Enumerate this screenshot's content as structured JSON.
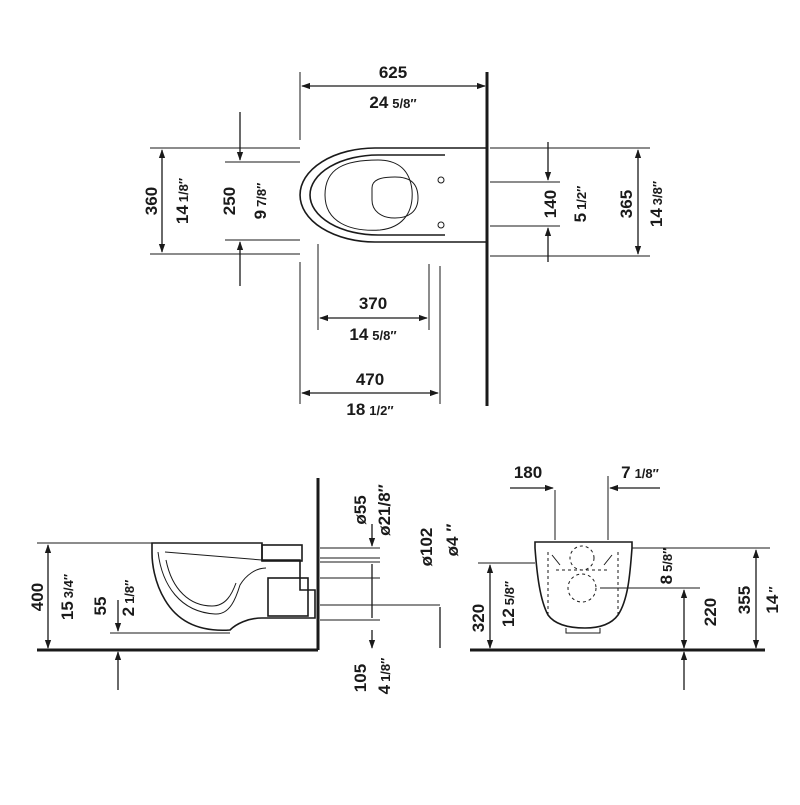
{
  "top_view": {
    "width_overall": {
      "mm": "625",
      "inch_whole": "24",
      "inch_frac": "5/8″"
    },
    "width_bowl": {
      "mm": "470",
      "inch_whole": "18",
      "inch_frac": "1/2″"
    },
    "width_rim": {
      "mm": "370",
      "inch_whole": "14",
      "inch_frac": "5/8″"
    },
    "depth_outer": {
      "mm": "360",
      "inch_whole": "14",
      "inch_frac": "1/8″"
    },
    "depth_inner": {
      "mm": "250",
      "inch_whole": "9",
      "inch_frac": "7/8″"
    },
    "bolt_spacing": {
      "mm": "140",
      "inch_whole": "5",
      "inch_frac": "1/2″"
    },
    "depth_back": {
      "mm": "365",
      "inch_whole": "14",
      "inch_frac": "3/8″"
    }
  },
  "side_view": {
    "height_rim": {
      "mm": "400",
      "inch_whole": "15",
      "inch_frac": "3/4″"
    },
    "outlet_height": {
      "mm": "55",
      "inch_whole": "2",
      "inch_frac": "1/8″"
    },
    "inlet_diameter": {
      "mm": "ø55",
      "inch": "ø21/8″"
    },
    "outlet_diameter": {
      "mm": "ø102",
      "inch": "ø4 ″"
    },
    "floor_offset": {
      "mm": "105",
      "inch_whole": "4",
      "inch_frac": "1/8″"
    }
  },
  "front_view": {
    "bolt_spacing": {
      "mm": "180",
      "inch_whole": "7",
      "inch_frac": "1/8″"
    },
    "bolt_height": {
      "mm": "320",
      "inch_whole": "12",
      "inch_frac": "5/8″"
    },
    "rim_offset": {
      "inch_whole": "8",
      "inch_frac": "5/8″"
    },
    "outlet_height": {
      "mm": "220"
    },
    "overall_height": {
      "mm": "355",
      "inch_whole": "14",
      "inch_frac": "″"
    }
  }
}
